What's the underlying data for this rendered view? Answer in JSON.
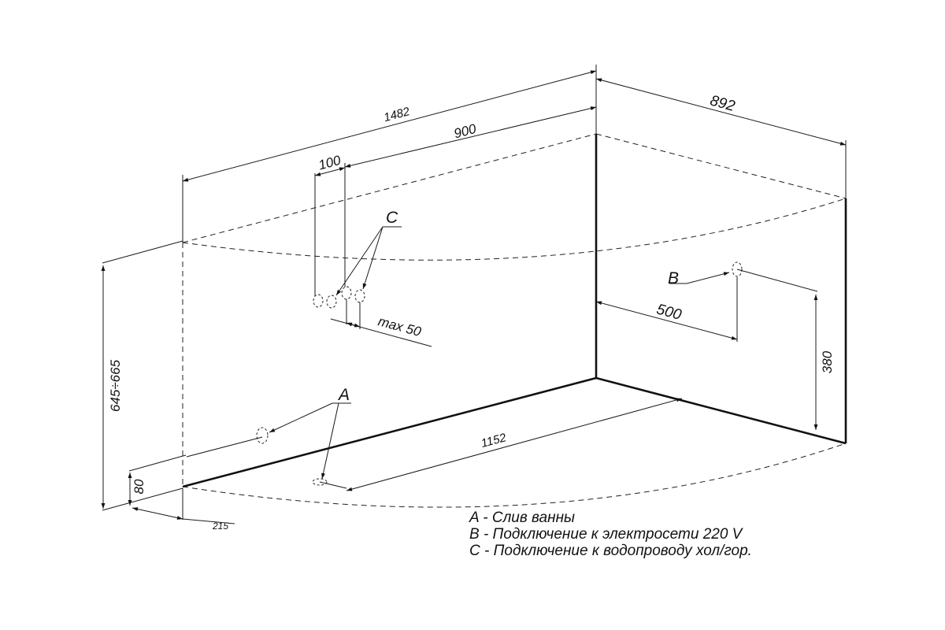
{
  "dimensions": {
    "total_length": "1482",
    "right_width": "892",
    "supply_offset": "900",
    "supply_spacing": "100",
    "supply_max": "max 50",
    "height": "645÷665",
    "foot_height": "80",
    "drain_offset": "215",
    "front_length": "1152",
    "socket_offset": "500",
    "socket_height": "380"
  },
  "callouts": {
    "c": "C",
    "b": "B",
    "a": "A"
  },
  "legend": {
    "a": "A - Слив ванны",
    "b": "B - Подключение к электросети 220 V",
    "c": "C - Подключение к водопроводу хол/гор."
  }
}
